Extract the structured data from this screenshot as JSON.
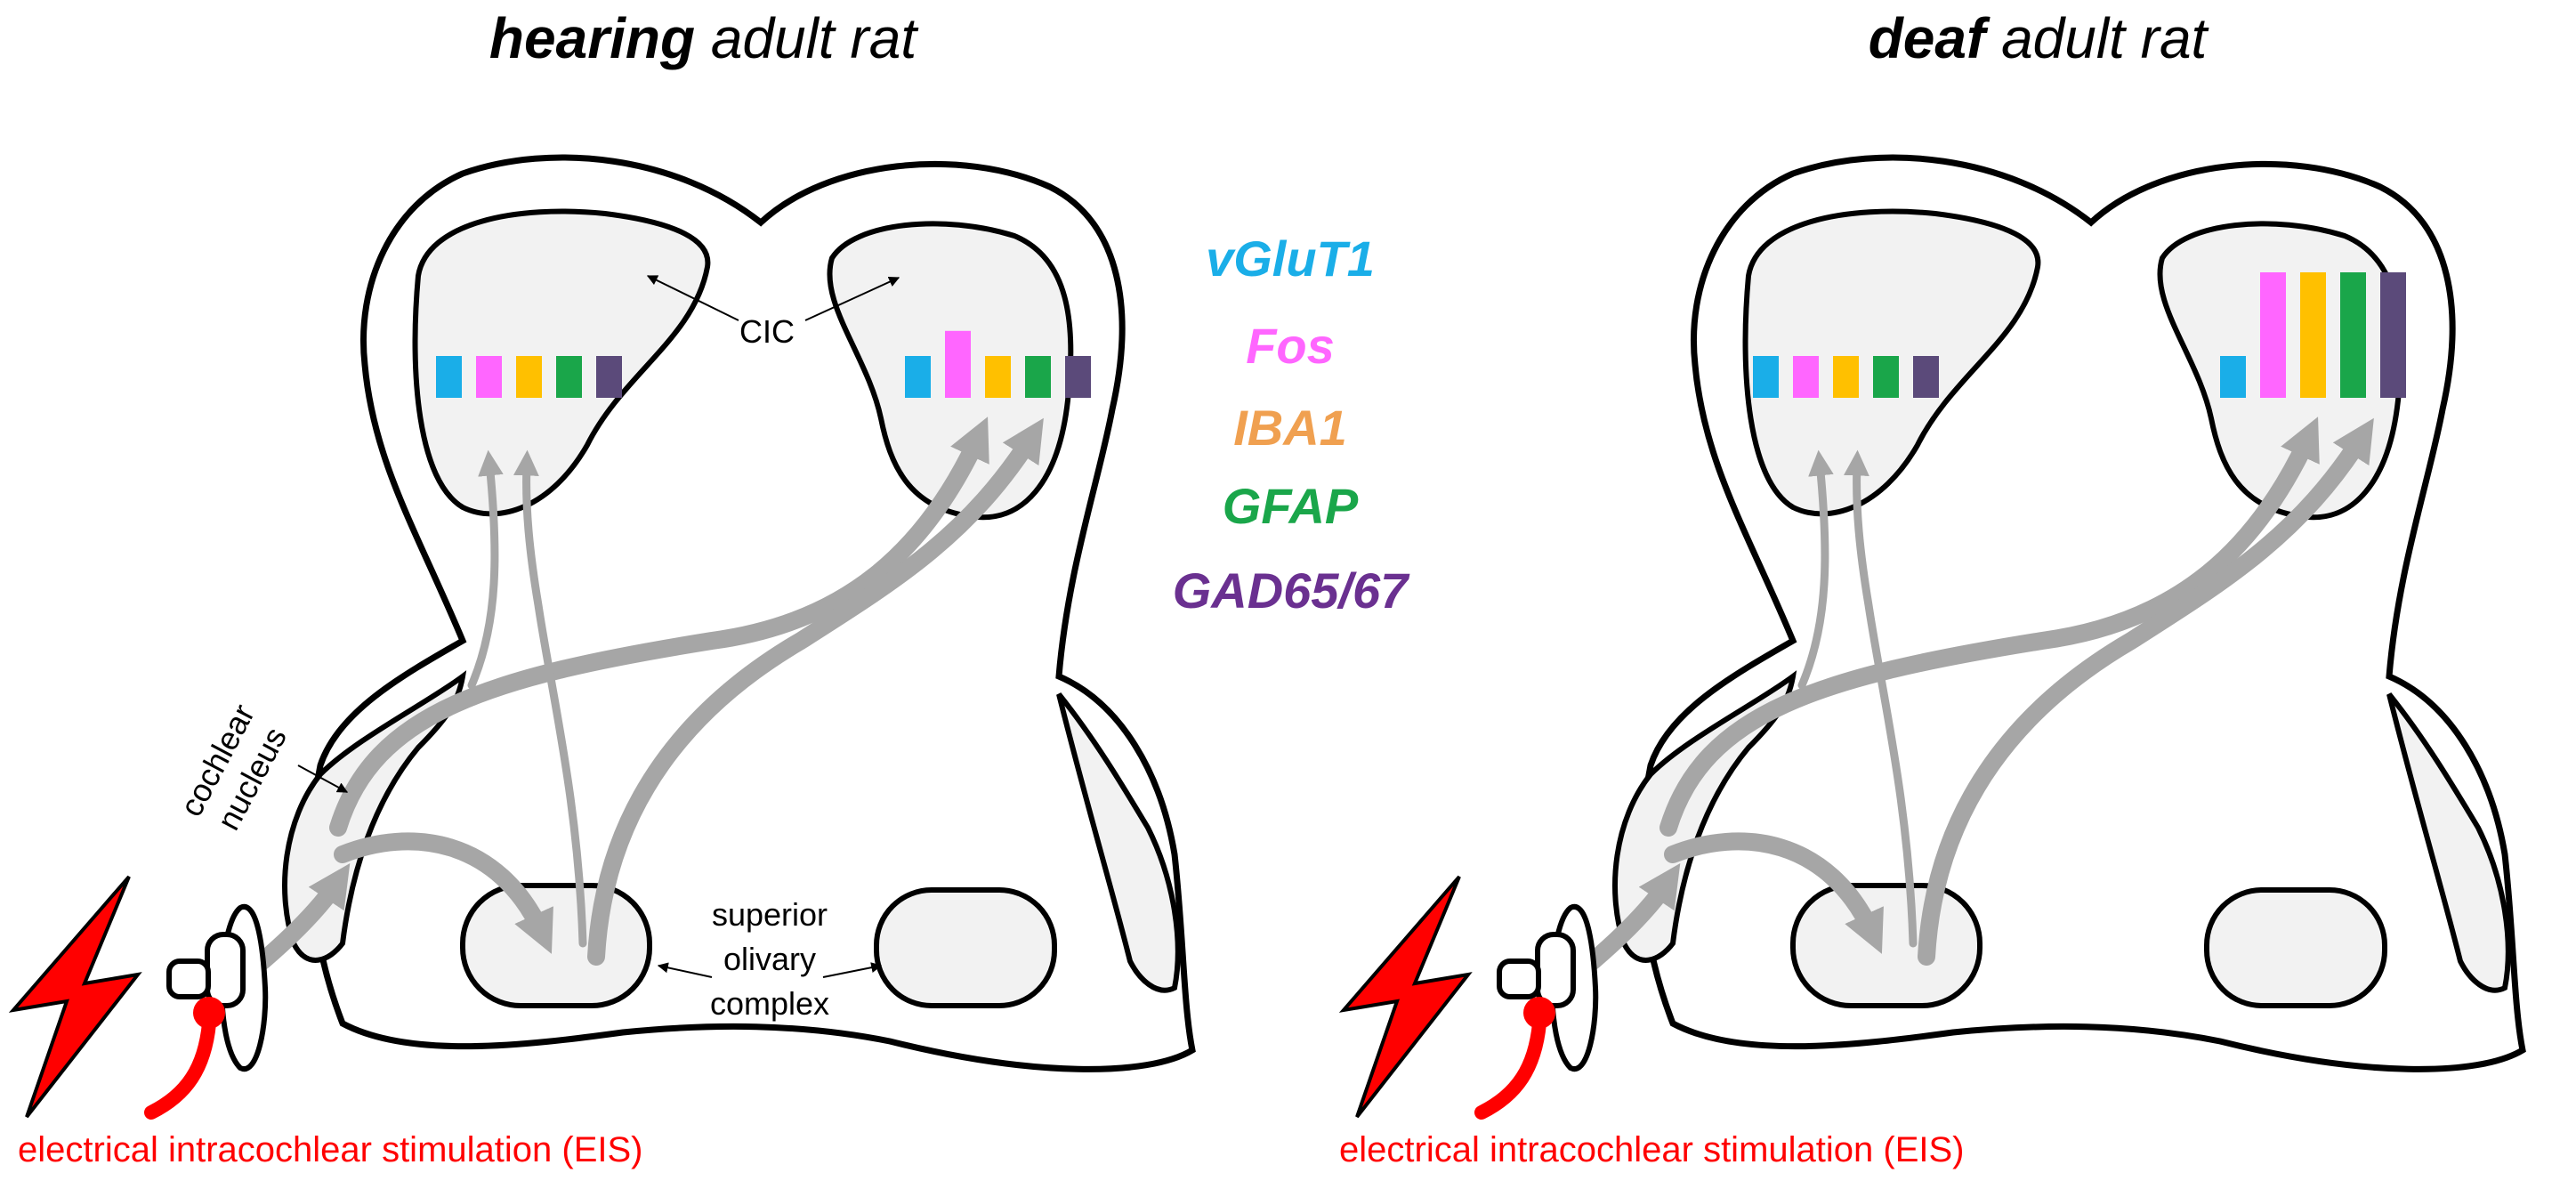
{
  "panels": [
    {
      "title_bold": "hearing",
      "title_rest": " adult rat",
      "labels": {
        "cic": "CIC",
        "cochlear_1": "cochlear",
        "cochlear_2": "nucleus",
        "soc_1": "superior",
        "soc_2": "olivary",
        "soc_3": "complex"
      },
      "stimulation": "electrical intracochlear stimulation (EIS)",
      "left_cic_bars": [
        1,
        1,
        1,
        1,
        1
      ],
      "right_cic_bars": [
        1,
        1.6,
        1,
        1,
        1
      ]
    },
    {
      "title_bold": "deaf",
      "title_rest": " adult rat",
      "stimulation": "electrical intracochlear stimulation (EIS)",
      "left_cic_bars": [
        1,
        1,
        1,
        1,
        1
      ],
      "right_cic_bars": [
        1,
        3.0,
        3.0,
        3.0,
        3.0
      ]
    }
  ],
  "legend": [
    {
      "label": "vGluT1",
      "color": "#1aaee8"
    },
    {
      "label": "Fos",
      "color": "#ff66ff"
    },
    {
      "label": "IBA1",
      "color": "#f0a050"
    },
    {
      "label": "GFAP",
      "color": "#1aa64a"
    },
    {
      "label": "GAD65/67",
      "color": "#6a3090"
    }
  ],
  "bar_colors": [
    "#1aaee8",
    "#ff66ff",
    "#ffc000",
    "#1aa64a",
    "#5b4a7a"
  ],
  "colors": {
    "pathway": "#a6a6a6",
    "nucleus_fill": "#f2f2f2",
    "stimulation": "#ff0000"
  }
}
